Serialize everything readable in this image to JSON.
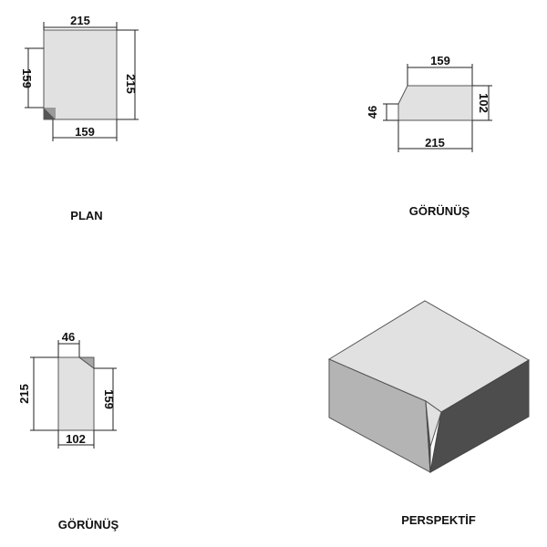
{
  "captions": {
    "plan": "PLAN",
    "view_front": "GÖRÜNÜŞ",
    "view_side": "GÖRÜNÜŞ",
    "perspective": "PERSPEKTİF"
  },
  "plan_view": {
    "top_width": "215",
    "left_height": "159",
    "right_height": "215",
    "bottom_width": "159"
  },
  "front_view": {
    "top_width": "159",
    "right_height": "102",
    "left_height": "46",
    "bottom_width": "215"
  },
  "side_view": {
    "top_width": "46",
    "left_height": "215",
    "right_height": "159",
    "bottom_width": "102"
  },
  "colors": {
    "face_light": "#e1e1e1",
    "face_mid": "#b4b4b4",
    "face_dark": "#4d4d4d",
    "chamfer_dark": "#555555"
  }
}
